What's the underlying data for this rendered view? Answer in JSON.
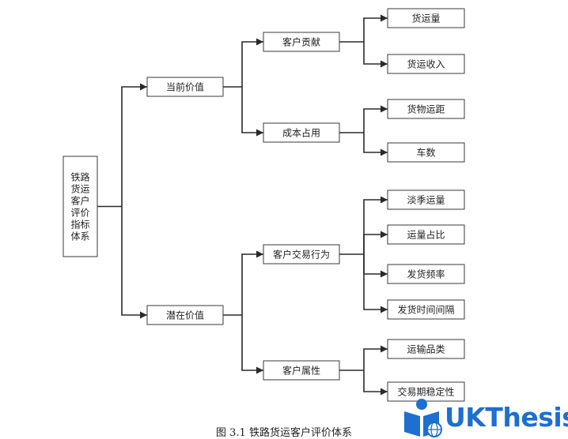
{
  "diagram": {
    "root": "铁路货运客户评价指标体系",
    "level1": [
      "当前价值",
      "潜在价值"
    ],
    "level2": [
      "客户贡献",
      "成本占用",
      "客户交易行为",
      "客户属性"
    ],
    "level3": [
      "货运量",
      "货运收入",
      "货物运距",
      "车数",
      "淡季运量",
      "运量占比",
      "发货频率",
      "发货时间间隔",
      "运输品类",
      "交易期稳定性"
    ]
  },
  "caption": "图 3.1 铁路货运客户评价体系",
  "logo": {
    "text": "UKThesis",
    "color": "#1d6fd0",
    "icon": "book-reader-globe-icon"
  }
}
